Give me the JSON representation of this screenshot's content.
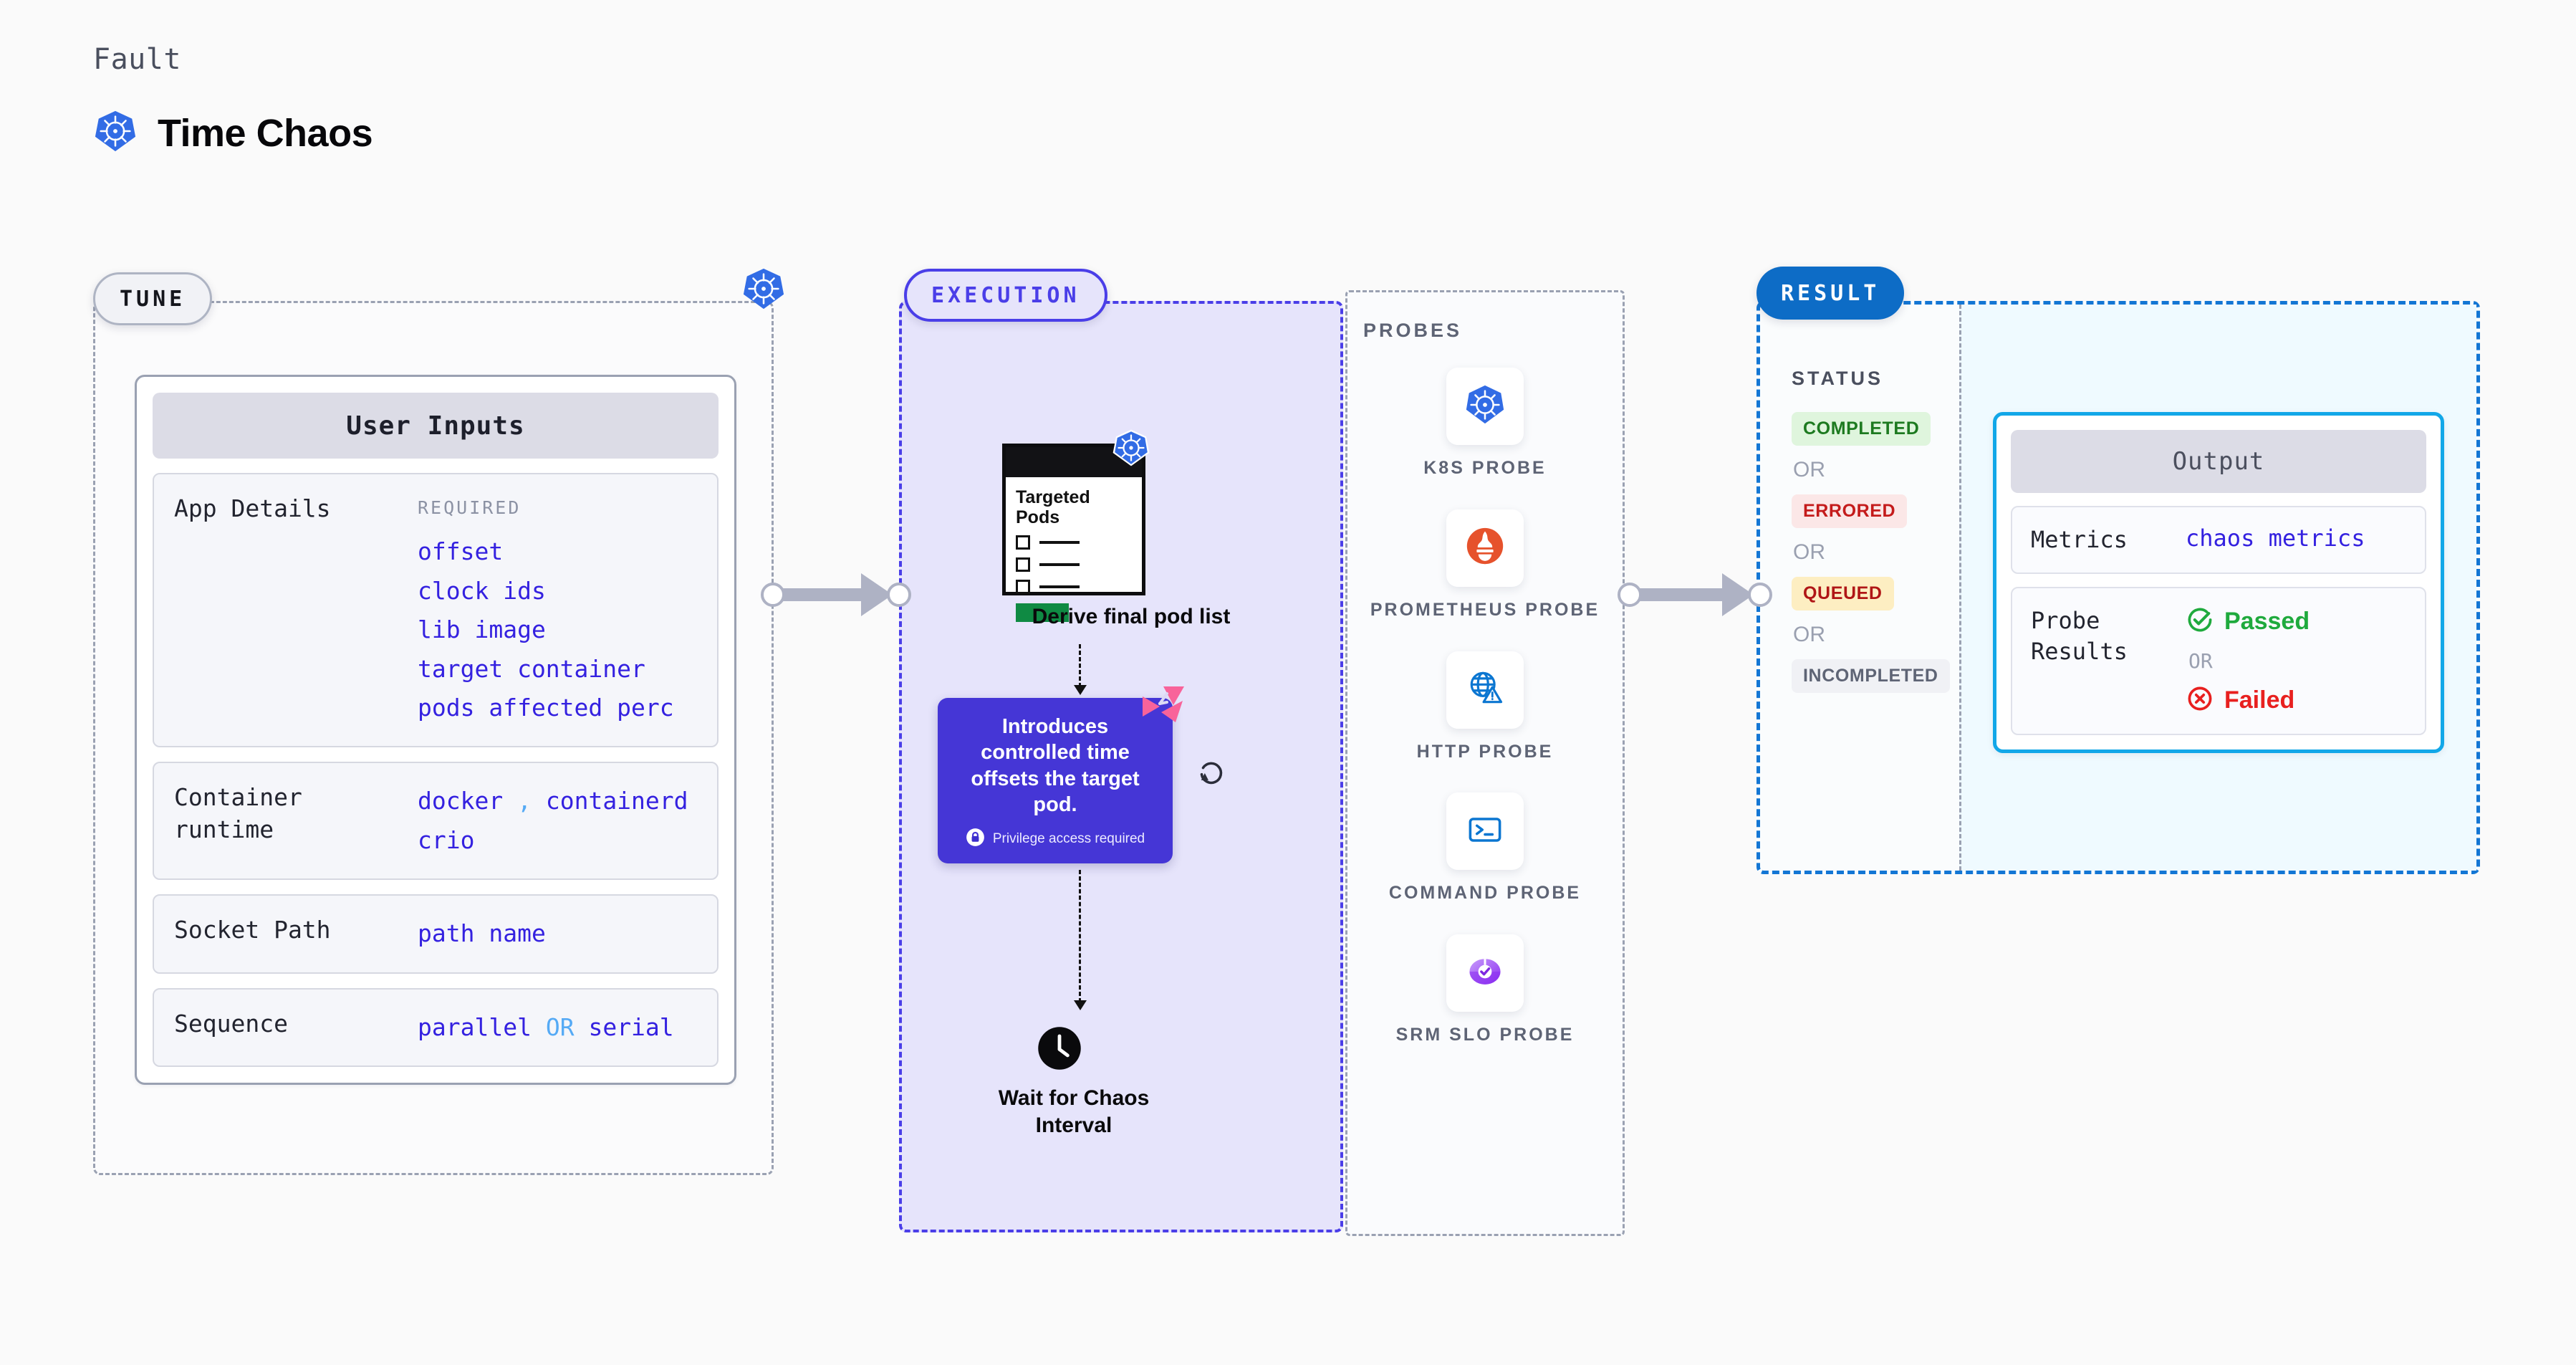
{
  "header": {
    "eyebrow": "Fault",
    "title": "Time Chaos",
    "logo_icon": "kubernetes-icon"
  },
  "tune": {
    "chip_label": "TUNE",
    "badge_icon": "kubernetes-icon",
    "card_title": "User Inputs",
    "rows": [
      {
        "key": "App Details",
        "required_label": "REQUIRED",
        "values": [
          "offset",
          "clock ids",
          "lib image",
          "target container",
          "pods affected perc"
        ]
      },
      {
        "key": "Container runtime",
        "values": [
          "docker",
          "containerd",
          "crio"
        ],
        "separator": ","
      },
      {
        "key": "Socket Path",
        "values": [
          "path name"
        ]
      },
      {
        "key": "Sequence",
        "values": [
          "parallel",
          "serial"
        ],
        "separator": "OR"
      }
    ]
  },
  "execution": {
    "chip_label": "EXECUTION",
    "pods_card": {
      "title": "Targeted Pods",
      "badge_icon": "kubernetes-icon"
    },
    "derive_label": "Derive final pod list",
    "callout": {
      "text": "Introduces controlled time offsets the target pod.",
      "privilege_text": "Privilege access required",
      "privilege_icon": "lock-icon",
      "corner_icon": "chaos-fault-icon"
    },
    "refresh_icon": "refresh-icon",
    "wait_icon": "clock-icon",
    "wait_label": "Wait for Chaos Interval"
  },
  "probes": {
    "section_label": "PROBES",
    "items": [
      {
        "label": "K8S PROBE",
        "icon": "kubernetes-icon"
      },
      {
        "label": "PROMETHEUS PROBE",
        "icon": "prometheus-icon"
      },
      {
        "label": "HTTP PROBE",
        "icon": "globe-warning-icon"
      },
      {
        "label": "COMMAND PROBE",
        "icon": "terminal-icon"
      },
      {
        "label": "SRM SLO PROBE",
        "icon": "slo-donut-check-icon"
      }
    ]
  },
  "result": {
    "chip_label": "RESULT",
    "status_label": "STATUS",
    "or_label": "OR",
    "statuses": [
      {
        "label": "COMPLETED",
        "color": "#1d7a20",
        "bg": "#dff5dd"
      },
      {
        "label": "ERRORED",
        "color": "#c41b1b",
        "bg": "#fbe7e7"
      },
      {
        "label": "QUEUED",
        "color": "#b01616",
        "bg": "#fdeec2"
      },
      {
        "label": "INCOMPLETED",
        "color": "#5e6475",
        "bg": "#f0f1f5"
      }
    ],
    "output": {
      "title": "Output",
      "metrics_key": "Metrics",
      "metrics_value": "chaos metrics",
      "probe_results_key": "Probe Results",
      "passed_label": "Passed",
      "failed_label": "Failed",
      "or_label": "OR",
      "passed_icon": "check-circle-icon",
      "failed_icon": "x-circle-icon"
    }
  },
  "colors": {
    "accent_indigo": "#3421e0",
    "exec_purple": "#4a3ee8",
    "result_blue": "#0d6cc6",
    "output_cyan": "#12a7e8",
    "pass_green": "#1faa3d",
    "fail_red": "#e8201f",
    "k8s_blue": "#326ce5",
    "prometheus_orange": "#e6522c",
    "chaos_pink": "#f8639a"
  }
}
